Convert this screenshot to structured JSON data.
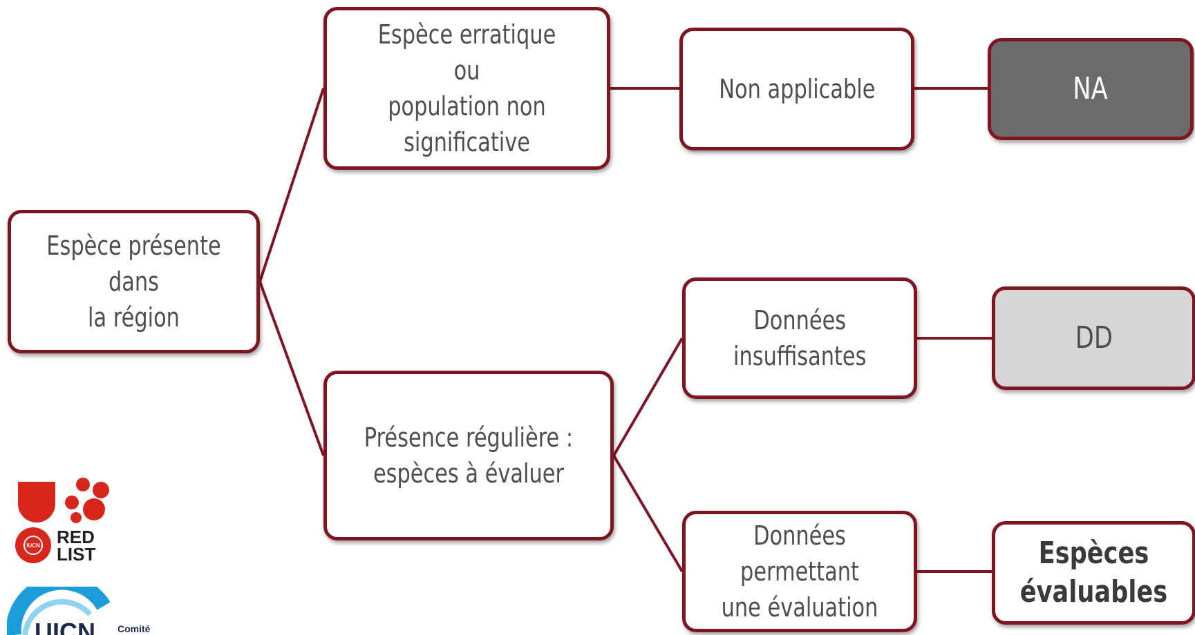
{
  "diagram": {
    "root": "Espèce présente dans\nla région",
    "branch_erratic": "Espèce erratique ou\npopulation non\nsignificative",
    "branch_regular": "Présence régulière :\nespèces à évaluer",
    "non_applicable": "Non applicable",
    "donnees_insuffisantes": "Données\ninsuffisantes",
    "donnees_evaluation": "Données permettant\nune évaluation",
    "na": "NA",
    "dd": "DD",
    "especes_evaluables": "Espèces\névaluables"
  },
  "logos": {
    "redlist_word1": "RED",
    "redlist_word2": "LIST",
    "iucn_badge": "IUCN",
    "uicn_text": "UICN",
    "comite_text": "Comité"
  },
  "colors": {
    "border": "#7f1521",
    "na_fill": "#6b6b6b",
    "dd_fill": "#d6d6d6",
    "redlist_red": "#d9261c",
    "uicn_blue": "#1c9cd8"
  }
}
